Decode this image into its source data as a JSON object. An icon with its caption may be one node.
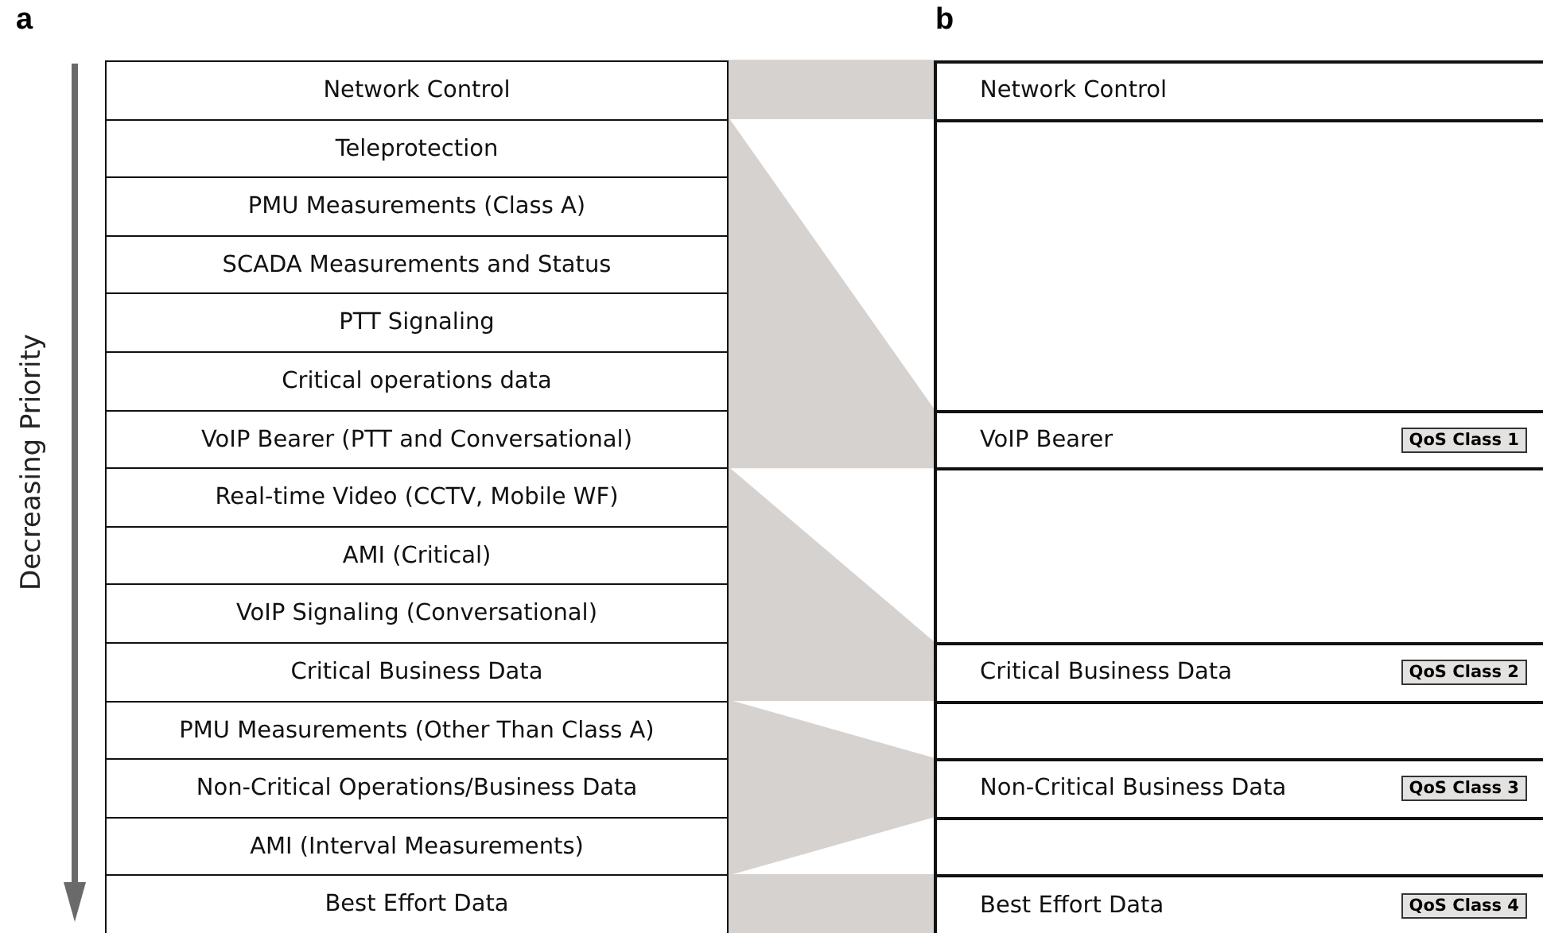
{
  "diagram": {
    "nodes": [
      {
        "text": [
          "Network Control"
        ]
      },
      {
        "text": [
          "Teleprotection"
        ]
      },
      {
        "text": [
          "PMU Measurements (Class A)"
        ]
      },
      {
        "text": [
          "SCADA Measurements and Status"
        ]
      },
      {
        "text": [
          "PTT Signaling"
        ]
      },
      {
        "text": [
          "Critical operations data"
        ]
      },
      {
        "text": [
          "VoIP Bearer (PTT and Conversational)"
        ]
      },
      {
        "text": [
          "Real-time Video (CCTV, Mobile WF)"
        ]
      },
      {
        "text": [
          "AMI (Critical)"
        ]
      },
      {
        "text": [
          "VoIP Signaling (Conversational)"
        ]
      },
      {
        "text": [
          "Critical Business Data"
        ]
      },
      {
        "text": [
          "PMU Measurements (Other Than Class A)"
        ]
      },
      {
        "text": [
          "Non-Critical Operations/Business Data"
        ]
      },
      {
        "text": [
          "AMI (Interval Measurements)"
        ]
      },
      {
        "text": [
          "Best Effort Data"
        ]
      },
      {
        "text": [
          "Network Control"
        ]
      },
      {
        "text": [
          "VoIP Bearer",
          "QoS Class 1"
        ]
      },
      {
        "text": [
          "Critical Business Data",
          "QoS Class 2"
        ]
      },
      {
        "text": [
          "Non-Critical Business Data",
          "QoS Class 3"
        ]
      },
      {
        "text": [
          "Best Effort Data",
          "QoS Class 4"
        ]
      }
    ],
    "edges": [
      {
        "from": 0,
        "to": 15,
        "arrow": "none",
        "style": "thick"
      },
      {
        "from": 1,
        "to": 16,
        "arrow": "none",
        "style": "thick"
      },
      {
        "from": 2,
        "to": 16,
        "arrow": "none",
        "style": "thick"
      },
      {
        "from": 3,
        "to": 16,
        "arrow": "none",
        "style": "thick"
      },
      {
        "from": 4,
        "to": 16,
        "arrow": "none",
        "style": "thick"
      },
      {
        "from": 5,
        "to": 16,
        "arrow": "none",
        "style": "thick"
      },
      {
        "from": 6,
        "to": 16,
        "arrow": "none",
        "style": "thick"
      },
      {
        "from": 7,
        "to": 17,
        "arrow": "none",
        "style": "thick"
      },
      {
        "from": 8,
        "to": 17,
        "arrow": "none",
        "style": "thick"
      },
      {
        "from": 9,
        "to": 17,
        "arrow": "none",
        "style": "thick"
      },
      {
        "from": 10,
        "to": 17,
        "arrow": "none",
        "style": "thick"
      },
      {
        "from": 11,
        "to": 18,
        "arrow": "none",
        "style": "thick"
      },
      {
        "from": 12,
        "to": 18,
        "arrow": "none",
        "style": "thick"
      },
      {
        "from": 13,
        "to": 18,
        "arrow": "none",
        "style": "thick"
      },
      {
        "from": 14,
        "to": 19,
        "arrow": "none",
        "style": "thick"
      }
    ],
    "labels": [
      "a",
      "b",
      "Decreasing Priority"
    ]
  }
}
